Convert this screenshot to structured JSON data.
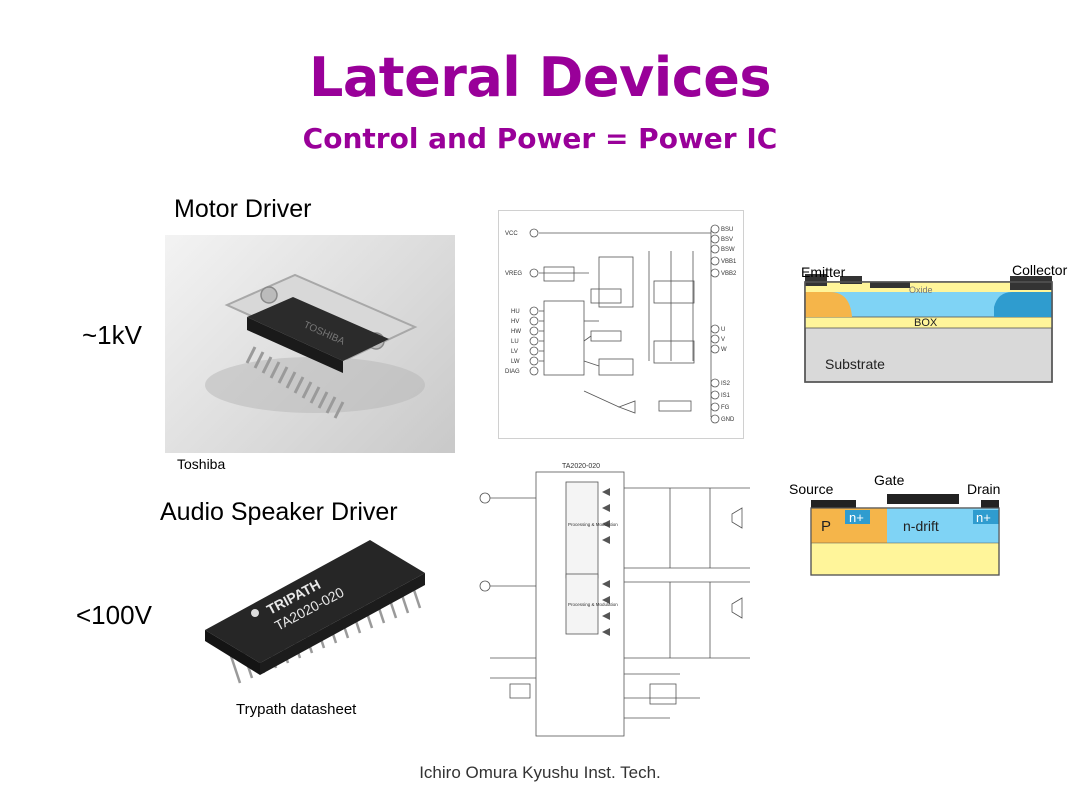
{
  "slide": {
    "title": "Lateral Devices",
    "subtitle": "Control and Power = Power IC",
    "footer": "Ichiro Omura Kyushu Inst. Tech."
  },
  "motor": {
    "heading": "Motor Driver",
    "voltage": "~1kV",
    "credit": "Toshiba",
    "chip_marking": "TOSHIBA"
  },
  "audio": {
    "heading": "Audio Speaker Driver",
    "voltage": "<100V",
    "credit": "Trypath datasheet",
    "chip_brand": "TRIPATH",
    "chip_part": "TA2020-020"
  },
  "motor_schematic": {
    "pins_right": [
      "BSU",
      "BSV",
      "BSW",
      "VBB1",
      "VBB2",
      "U",
      "V",
      "W",
      "IS2",
      "IS1",
      "FG",
      "GND"
    ],
    "pins_left": [
      "VCC",
      "VREG",
      "HU",
      "HV",
      "HW",
      "LU",
      "LV",
      "LW",
      "DIAG"
    ]
  },
  "audio_schematic": {
    "title": "TA2020-020",
    "block_labels": [
      "Processing & Modulation",
      "Processing & Modulation"
    ]
  },
  "igbt_section": {
    "emitter": "Emitter",
    "collector": "Collector",
    "oxide": "Oxide",
    "box": "BOX",
    "substrate": "Substrate"
  },
  "mosfet_section": {
    "source": "Source",
    "gate": "Gate",
    "drain": "Drain",
    "p": "P",
    "n_plus_left": "n+",
    "n_plus_right": "n+",
    "n_drift": "n-drift"
  }
}
